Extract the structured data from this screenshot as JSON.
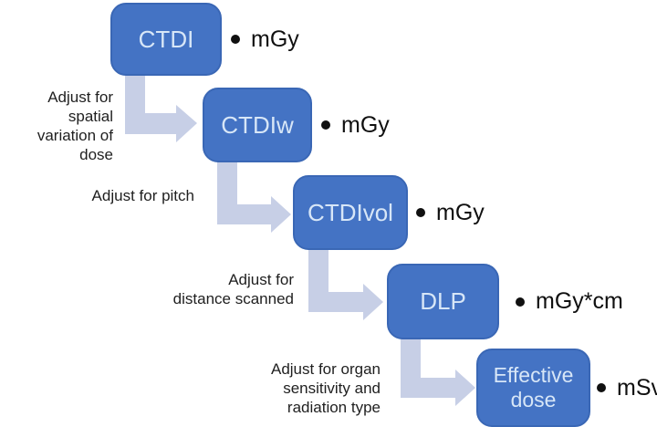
{
  "colors": {
    "background": "#ffffff",
    "box_fill": "#4473c4",
    "box_border": "#3a67b5",
    "box_text": "#d7e6f7",
    "arrow_fill": "#c7cfe6",
    "label_text": "#1f1f1f",
    "unit_text": "#101010"
  },
  "steps": [
    {
      "label": "CTDI",
      "unit": "mGy"
    },
    {
      "label": "CTDIw",
      "unit": "mGy",
      "adjust": "Adjust for spatial\nvariation of dose"
    },
    {
      "label": "CTDIvol",
      "unit": "mGy",
      "adjust": "Adjust for pitch"
    },
    {
      "label": "DLP",
      "unit": "mGy*cm",
      "adjust": "Adjust for\ndistance scanned"
    },
    {
      "label": "Effective dose",
      "unit": "mSv",
      "adjust": "Adjust for organ\nsensitivity and\nradiation type"
    }
  ]
}
